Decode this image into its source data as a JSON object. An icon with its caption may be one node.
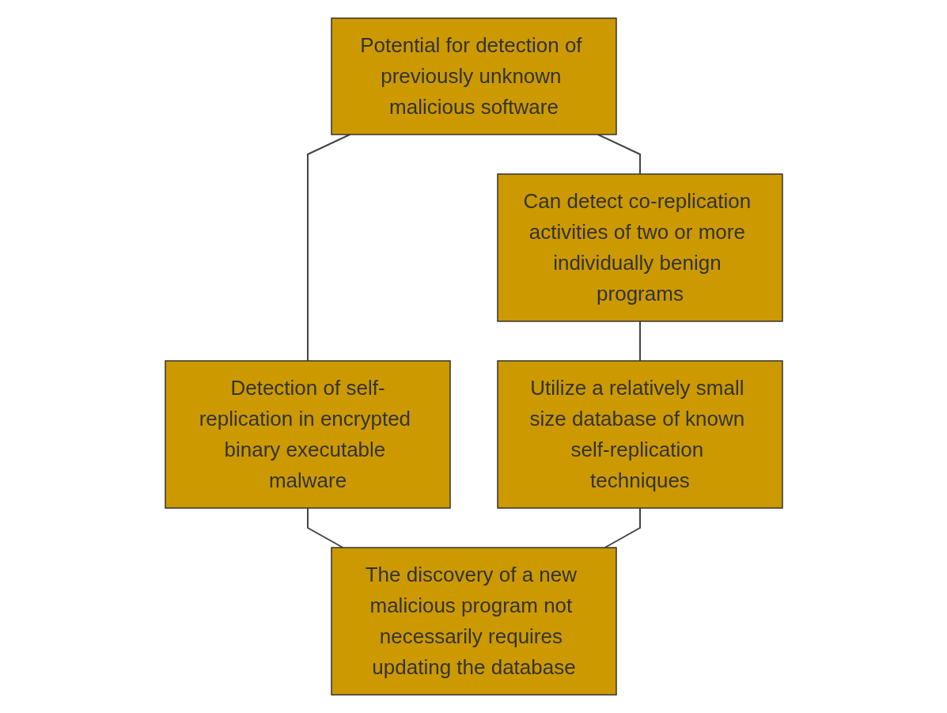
{
  "diagram": {
    "nodes": [
      {
        "text": [
          "Potential for detection of previously unknown malicious software"
        ]
      },
      {
        "text": [
          "Can detect co-replication activities of two or more individually benign programs"
        ]
      },
      {
        "text": [
          "Detection of self-replication in encrypted binary executable malware"
        ]
      },
      {
        "text": [
          "Utilize a relatively small size database of known self-replication techniques"
        ]
      },
      {
        "text": [
          "The discovery of a new malicious program not necessarily requires updating the database"
        ]
      }
    ],
    "edges": [
      {
        "from": 0,
        "to": 1,
        "arrow": "none"
      },
      {
        "from": 0,
        "to": 2,
        "arrow": "none"
      },
      {
        "from": 1,
        "to": 3,
        "arrow": "none"
      },
      {
        "from": 2,
        "to": 4,
        "arrow": "none"
      },
      {
        "from": 3,
        "to": 4,
        "arrow": "none"
      }
    ]
  }
}
